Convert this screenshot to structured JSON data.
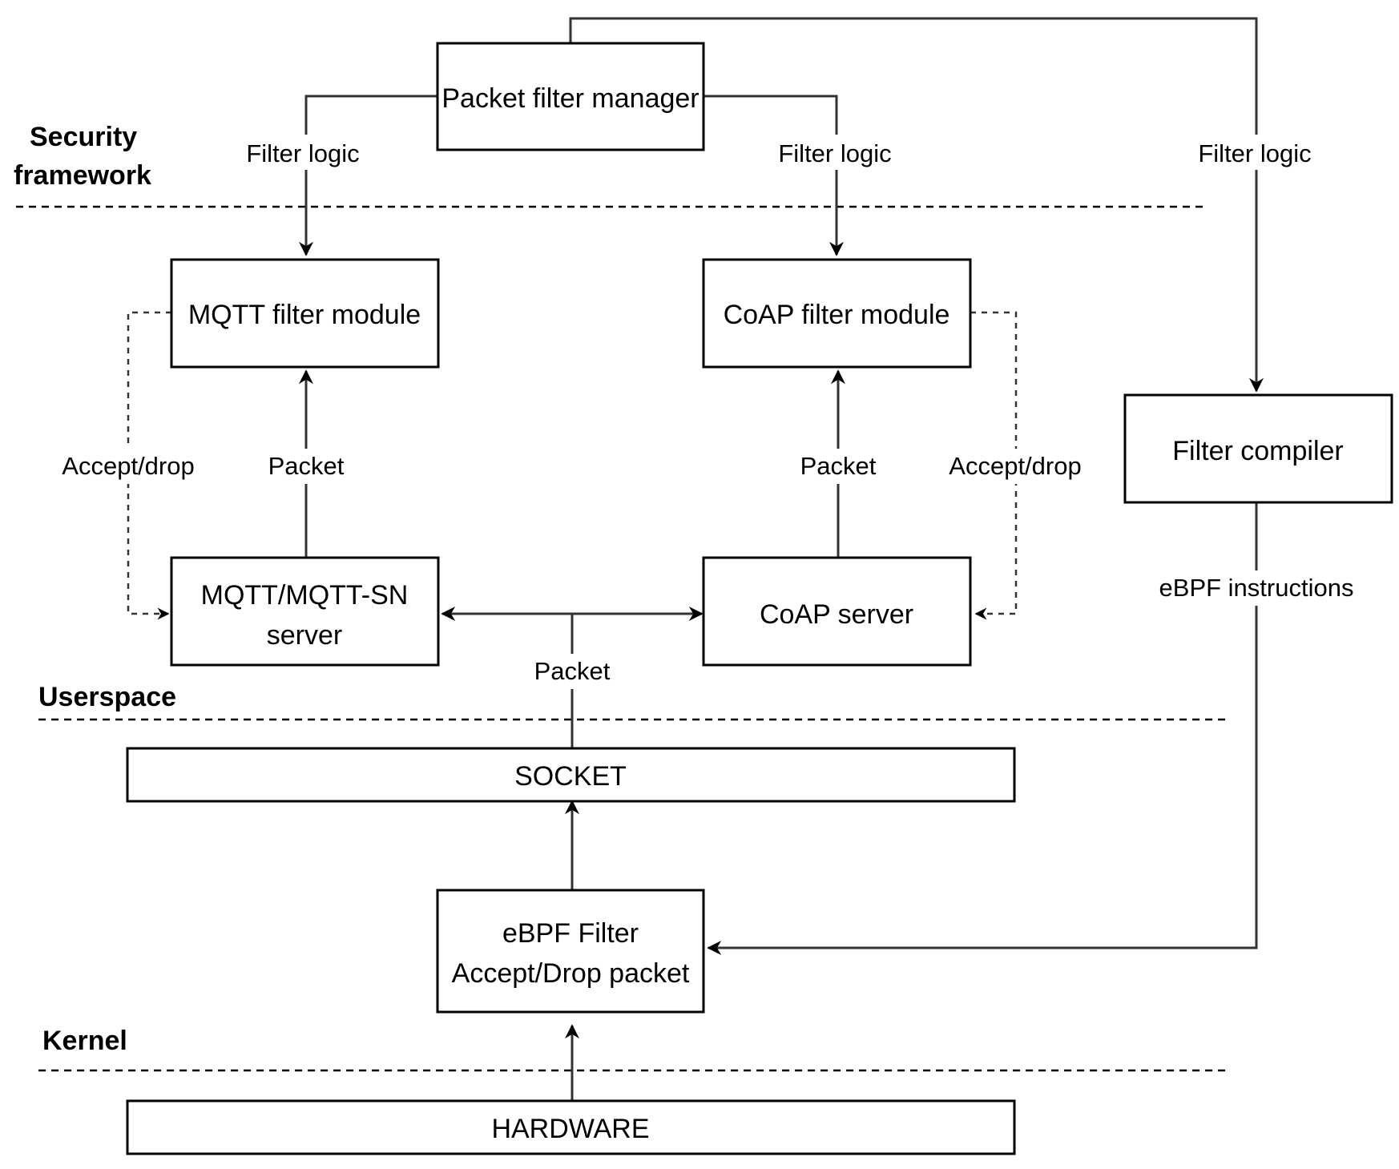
{
  "layers": {
    "security_line1": "Security",
    "security_line2": "framework",
    "userspace": "Userspace",
    "kernel": "Kernel"
  },
  "nodes": {
    "packet_filter_manager": "Packet filter manager",
    "mqtt_filter_module": "MQTT filter module",
    "coap_filter_module": "CoAP filter module",
    "filter_compiler": "Filter compiler",
    "mqtt_server_line1": "MQTT/MQTT-SN",
    "mqtt_server_line2": "server",
    "coap_server": "CoAP server",
    "socket": "SOCKET",
    "ebpf_line1": "eBPF Filter",
    "ebpf_line2": "Accept/Drop packet",
    "hardware": "HARDWARE"
  },
  "edges": {
    "filter_logic_mqtt": "Filter logic",
    "filter_logic_coap": "Filter logic",
    "filter_logic_compiler": "Filter logic",
    "accept_drop_mqtt": "Accept/drop",
    "accept_drop_coap": "Accept/drop",
    "packet_mqtt": "Packet",
    "packet_coap": "Packet",
    "packet_socket": "Packet",
    "ebpf_instructions": "eBPF instructions"
  }
}
